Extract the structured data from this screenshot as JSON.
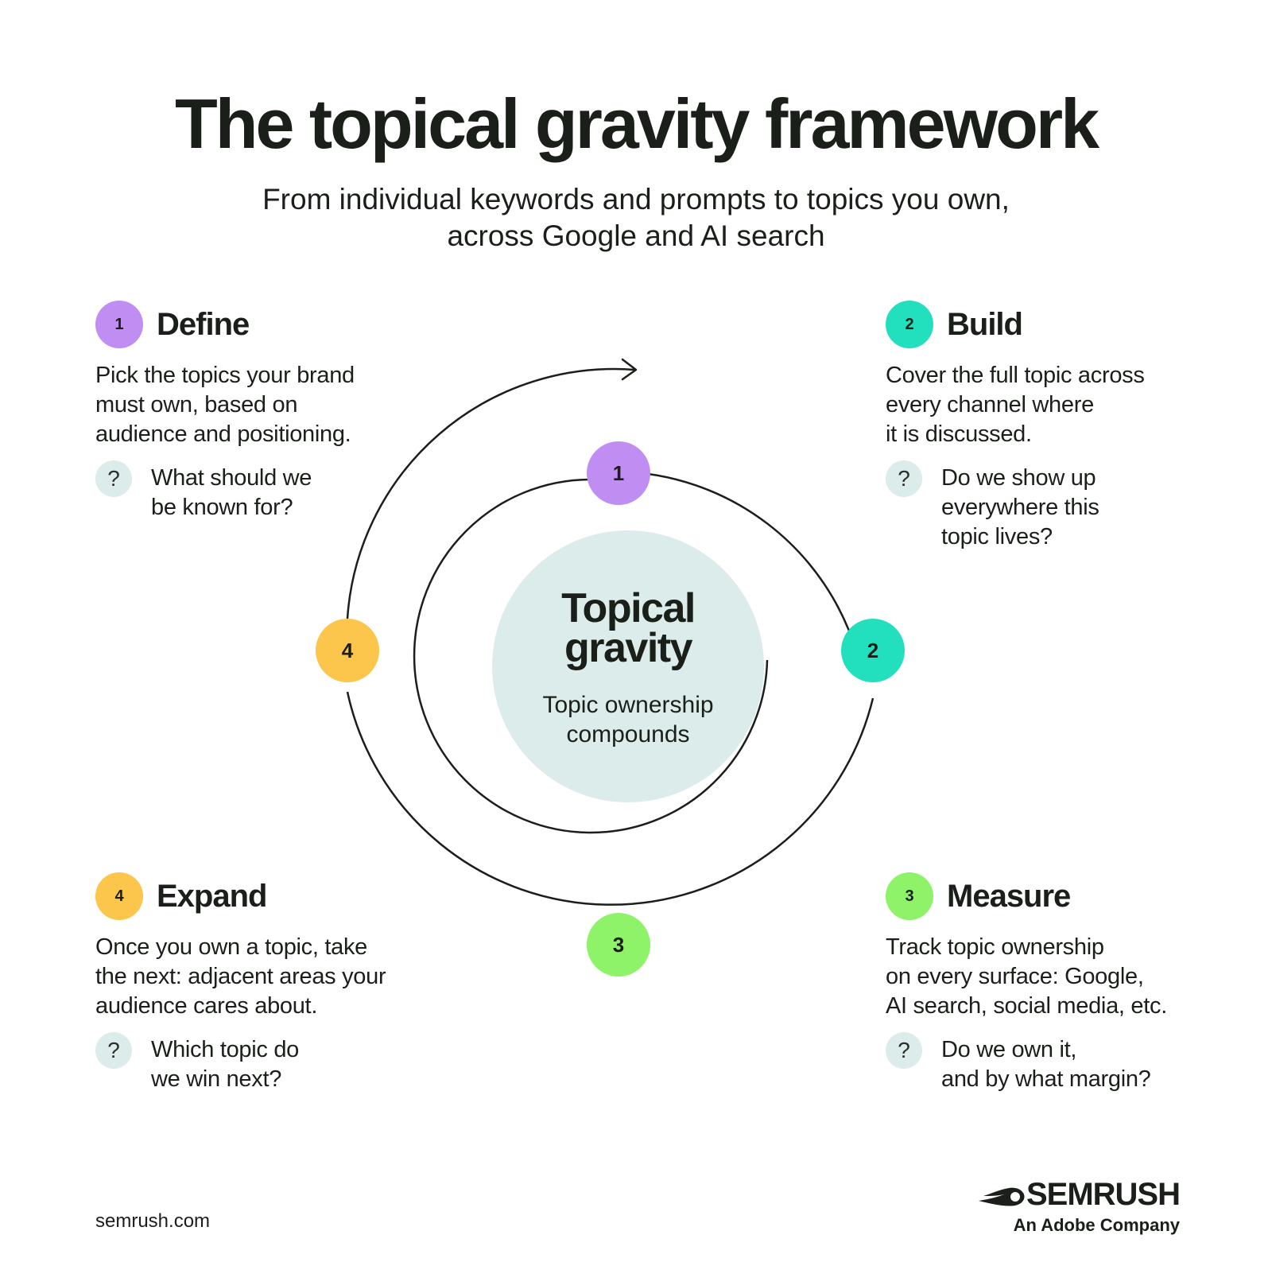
{
  "title": "The topical gravity framework",
  "subtitle": {
    "line1": "From individual keywords and prompts to topics you own,",
    "line2": "across Google and AI search"
  },
  "colors": {
    "step1": "#c08df2",
    "step2": "#22e0bd",
    "step3": "#8ff36a",
    "step4": "#fcc54b",
    "center_fill": "#dcecea",
    "question_bg": "#dcecea",
    "text": "#1b1f1a"
  },
  "steps": [
    {
      "number": "1",
      "title": "Define",
      "desc": [
        "Pick the topics your brand",
        "must own, based on",
        "audience and positioning."
      ],
      "question_icon": "question-mark-icon",
      "question": [
        "What should we",
        "be known for?"
      ]
    },
    {
      "number": "2",
      "title": "Build",
      "desc": [
        "Cover the full topic across",
        "every channel where",
        "it is discussed."
      ],
      "question_icon": "question-mark-icon",
      "question": [
        "Do we show up",
        "everywhere this",
        "topic lives?"
      ]
    },
    {
      "number": "3",
      "title": "Measure",
      "desc": [
        "Track topic ownership",
        "on every surface: Google,",
        "AI search, social media, etc."
      ],
      "question_icon": "question-mark-icon",
      "question": [
        "Do we own it,",
        "and by what margin?"
      ]
    },
    {
      "number": "4",
      "title": "Expand",
      "desc": [
        "Once you own a topic, take",
        "the next: adjacent areas your",
        "audience cares about."
      ],
      "question_icon": "question-mark-icon",
      "question": [
        "Which topic do",
        "we win next?"
      ]
    }
  ],
  "center": {
    "title": [
      "Topical",
      "gravity"
    ],
    "subtitle": [
      "Topic ownership",
      "compounds"
    ]
  },
  "footer": {
    "url": "semrush.com",
    "logo_word": "SEMRUSH",
    "logo_sub": "An Adobe Company",
    "logo_icon": "semrush-fireball-icon"
  }
}
